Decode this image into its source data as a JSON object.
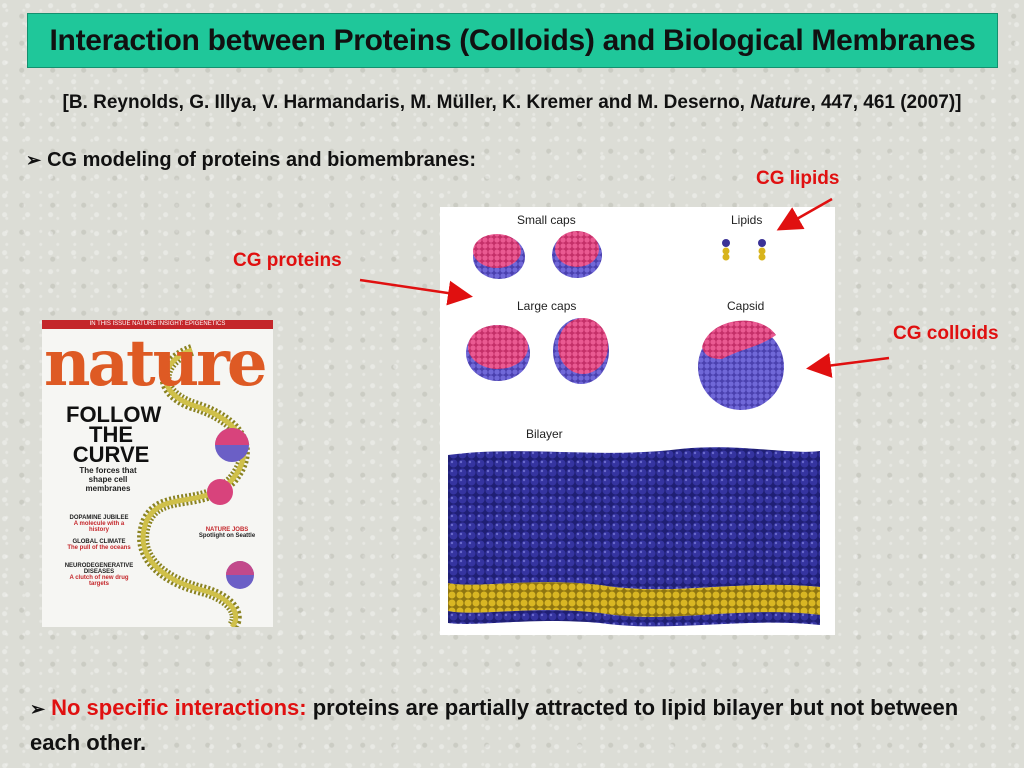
{
  "slide": {
    "title": "Interaction between Proteins (Colloids) and Biological Membranes",
    "citation": {
      "prefix": "[B. Reynolds, G. Illya, V. Harmandaris, M. Müller, K. Kremer and M. Deserno,",
      "journal": "Nature",
      "suffix": ", 447, 461 (2007)]"
    },
    "bullet1": {
      "marker": "➢",
      "text": "CG modeling of proteins and biomembranes:"
    },
    "labels": {
      "cg_lipids": "CG lipids",
      "cg_proteins": "CG proteins",
      "cg_colloids": "CG colloids"
    },
    "figure": {
      "small_caps": "Small caps",
      "lipids": "Lipids",
      "large_caps": "Large caps",
      "capsid": "Capsid",
      "bilayer": "Bilayer"
    },
    "cover": {
      "topbar": "IN THIS ISSUE NATURE INSIGHT: EPIGENETICS",
      "masthead": "nature",
      "headline": "FOLLOW THE CURVE",
      "subhead": "The forces that shape cell membranes",
      "left_items": [
        {
          "title": "DOPAMINE JUBILEE",
          "text": "A molecule with a history"
        },
        {
          "title": "GLOBAL CLIMATE",
          "text": "The pull of the oceans"
        },
        {
          "title": "NEURODEGENERATIVE DISEASES",
          "text": "A clutch of new drug targets"
        }
      ],
      "right_item": {
        "title": "NATURE JOBS",
        "text": "Spotlight on Seattle"
      }
    },
    "bullet2": {
      "marker": "➢",
      "highlight": "No specific interactions:",
      "text": " proteins are partially attracted to lipid bilayer but not between each other."
    },
    "colors": {
      "title_bg": "#1fc79a",
      "label_red": "#e01010",
      "bead_pink": "#e0457e",
      "bead_blue": "#5a52c8",
      "bead_yellow": "#d8b41c",
      "bilayer_navy": "#2a2a8c"
    }
  }
}
